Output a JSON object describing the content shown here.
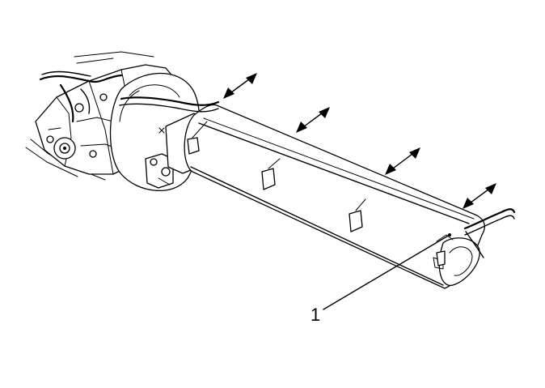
{
  "diagram": {
    "callouts": [
      {
        "label": "1"
      }
    ],
    "colors": {
      "line": "#000000",
      "background": "#ffffff"
    },
    "arrows": {
      "count": 4,
      "type": "double-headed"
    }
  }
}
